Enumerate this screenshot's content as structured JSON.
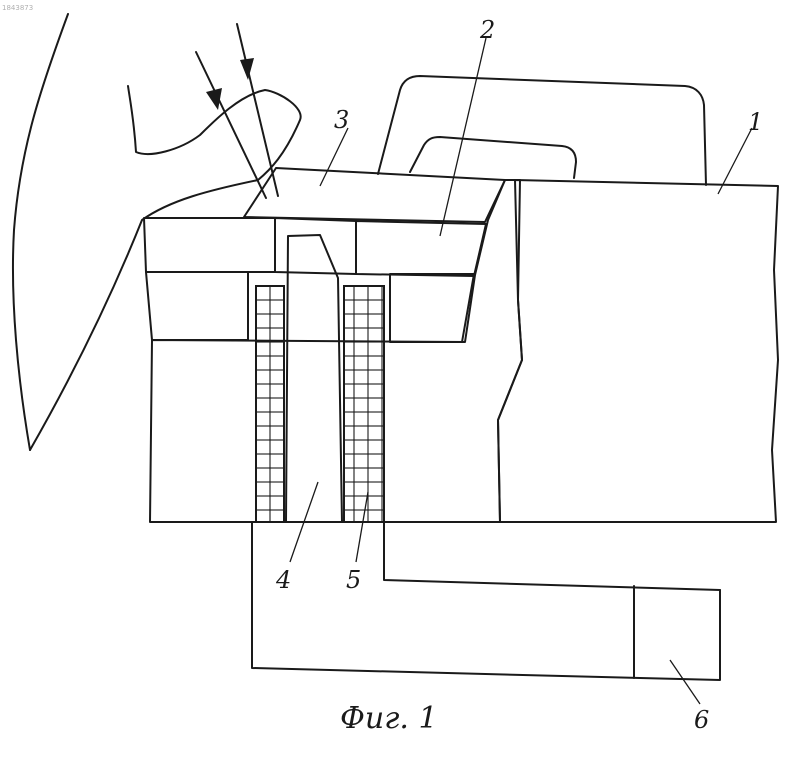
{
  "figure": {
    "corner_mark": "1843873",
    "caption": "Фиг. 1",
    "labels": {
      "part_1": "1",
      "part_2": "2",
      "part_3": "3",
      "part_4": "4",
      "part_5": "5",
      "part_6": "6"
    }
  },
  "colors": {
    "ink": "#1a1a1a",
    "paper": "#ffffff"
  }
}
